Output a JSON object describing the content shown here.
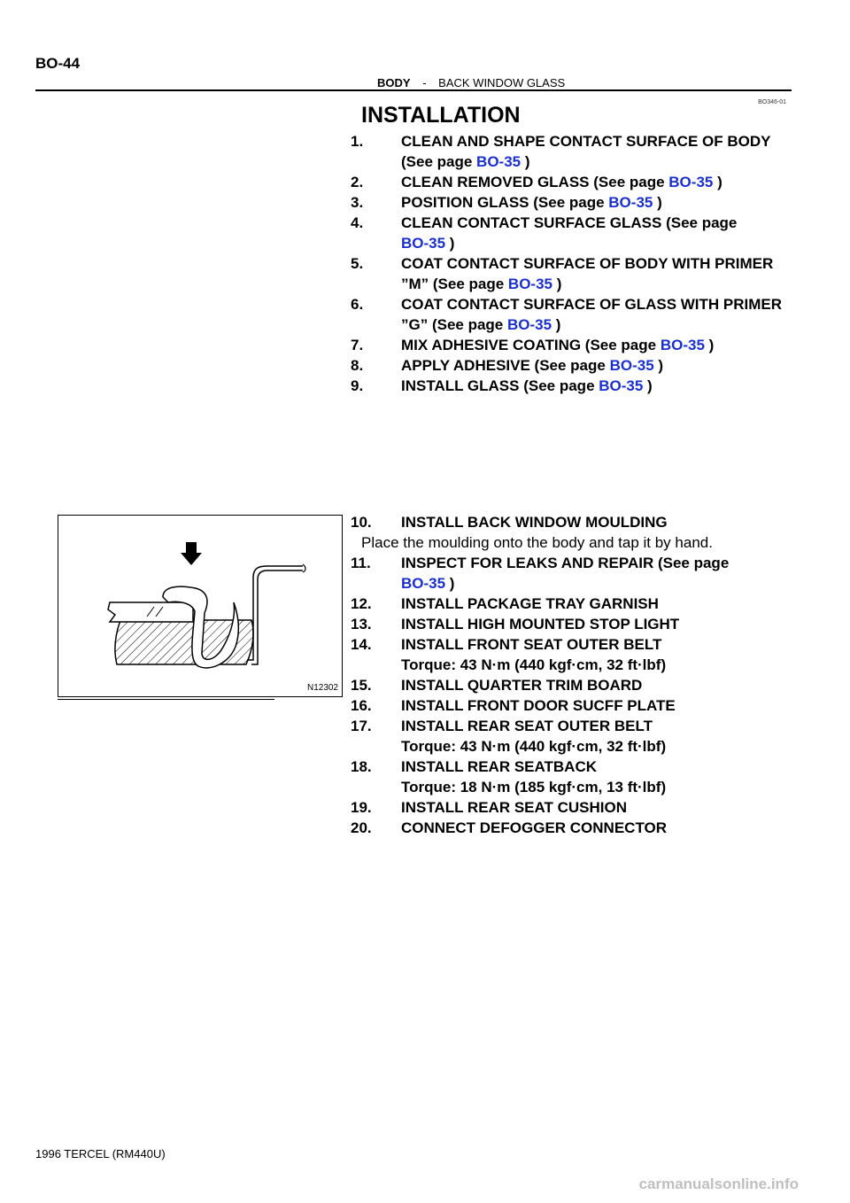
{
  "header": {
    "page_number": "BO-44",
    "section": "BODY",
    "separator": "-",
    "subsection": "BACK WINDOW GLASS",
    "doc_id": "BO346-01"
  },
  "title": "INSTALLATION",
  "steps_top": [
    {
      "num": "1.",
      "lines": [
        "CLEAN AND SHAPE CONTACT SURFACE OF BODY"
      ],
      "ref_prefix": "(See page ",
      "ref": "BO-35",
      "ref_suffix": " )",
      "ref_newline": true
    },
    {
      "num": "2.",
      "text": "CLEAN REMOVED GLASS (See page ",
      "ref": "BO-35",
      "ref_suffix": " )"
    },
    {
      "num": "3.",
      "text": "POSITION GLASS (See page ",
      "ref": "BO-35",
      "ref_suffix": " )"
    },
    {
      "num": "4.",
      "text": "CLEAN CONTACT SURFACE GLASS (See page",
      "ref": "BO-35",
      "ref_suffix": " )",
      "ref_newline_only": true
    },
    {
      "num": "5.",
      "text": "COAT CONTACT SURFACE OF BODY WITH PRIMER",
      "line2": "”M” (See page ",
      "ref": "BO-35",
      "ref_suffix": " )"
    },
    {
      "num": "6.",
      "text": "COAT CONTACT SURFACE OF GLASS WITH PRIMER",
      "line2": "”G” (See page ",
      "ref": "BO-35",
      "ref_suffix": " )"
    },
    {
      "num": "7.",
      "text": "MIX ADHESIVE COATING (See page ",
      "ref": "BO-35",
      "ref_suffix": " )"
    },
    {
      "num": "8.",
      "text": "APPLY ADHESIVE (See page ",
      "ref": "BO-35",
      "ref_suffix": " )"
    },
    {
      "num": "9.",
      "text": "INSTALL GLASS (See page ",
      "ref": "BO-35",
      "ref_suffix": " )"
    }
  ],
  "steps_bottom": {
    "s10": "INSTALL BACK WINDOW MOULDING",
    "s10_note": "Place the moulding onto the body and tap it by hand.",
    "s11": "INSPECT FOR LEAKS AND REPAIR (See page",
    "s11_ref": "BO-35",
    "s11_suffix": " )",
    "s12": "INSTALL PACKAGE TRAY GARNISH",
    "s13": "INSTALL HIGH MOUNTED STOP LIGHT",
    "s14": "INSTALL FRONT SEAT OUTER BELT",
    "s14_torque": "Torque: 43 N·m (440 kgf·cm, 32 ft·lbf)",
    "s15": "INSTALL QUARTER TRIM BOARD",
    "s16": "INSTALL FRONT DOOR SUCFF PLATE",
    "s17": "INSTALL REAR SEAT OUTER BELT",
    "s17_torque": "Torque: 43 N·m (440 kgf·cm, 32 ft·lbf)",
    "s18": "INSTALL REAR SEATBACK",
    "s18_torque": "Torque: 18 N·m (185 kgf·cm, 13 ft·lbf)",
    "s19": "INSTALL REAR SEAT CUSHION",
    "s20": "CONNECT DEFOGGER CONNECTOR"
  },
  "nums_bottom": [
    "10.",
    "11.",
    "12.",
    "13.",
    "14.",
    "15.",
    "16.",
    "17.",
    "18.",
    "19.",
    "20."
  ],
  "figure": {
    "id": "N12302"
  },
  "footer": "1996 TERCEL   (RM440U)",
  "watermark": "carmanualsonline.info",
  "colors": {
    "link": "#1a2fd1"
  }
}
